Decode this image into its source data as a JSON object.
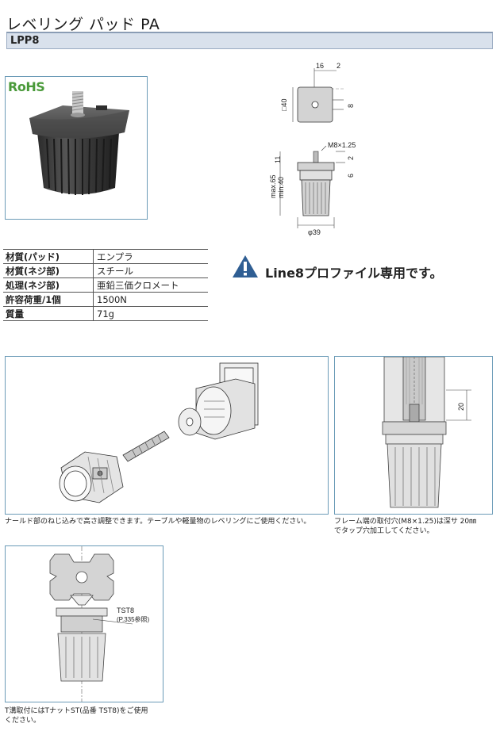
{
  "header": {
    "title": "レベリング パッド PA",
    "code": "LPP8"
  },
  "badge": {
    "rohs": "RoHS"
  },
  "spec": [
    {
      "key": "材質(パッド)",
      "value": "エンプラ"
    },
    {
      "key": "材質(ネジ部)",
      "value": "スチール"
    },
    {
      "key": "処理(ネジ部)",
      "value": "亜鉛三価クロメート"
    },
    {
      "key": "許容荷重/1個",
      "value": "1500N"
    },
    {
      "key": "質量",
      "value": "71g"
    }
  ],
  "notice": {
    "text": "Line8プロファイル専用です。"
  },
  "drawing": {
    "top_dim_16": "16",
    "top_dim_2": "2",
    "side_sq40": "□40",
    "side_8": "8",
    "thread": "M8×1.25",
    "dim_11": "11",
    "dim_2": "2",
    "dim_6": "6",
    "max65": "max.65",
    "min40": "min.40",
    "dia39": "φ39"
  },
  "detail_frame": {
    "dim_20": "20"
  },
  "tnut_frame": {
    "label1": "TST8",
    "label2": "(P.335参照)"
  },
  "captions": {
    "assembly": "ナールド部のねじ込みで高さ調整できます。テーブルや軽量物のレベリングにご使用ください。",
    "frame_end_1": "フレーム端の取付穴(M8×1.25)は深サ 20㎜",
    "frame_end_2": "でタップ穴加工してください。",
    "tslot_1": "T溝取付にはTナットST(品番 TST8)をご使用",
    "tslot_2": "ください。"
  },
  "colors": {
    "accent_blue": "#6b9bb7",
    "code_bar": "#d9e1ec",
    "warn": "#2f5e93",
    "rohs": "#4a9a3a"
  }
}
